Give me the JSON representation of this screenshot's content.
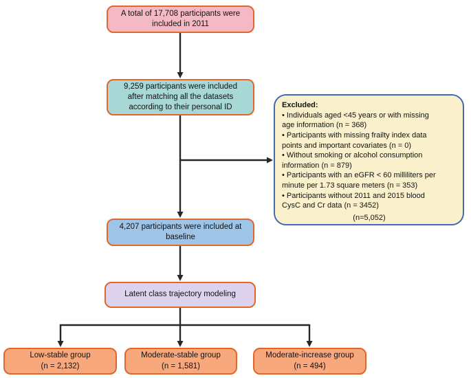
{
  "flow": {
    "total_2011": "A total of 17,708 participants were\nincluded in 2011",
    "matched": "9,259 participants were included\nafter matching all the datasets\naccording to their personal ID",
    "excluded": {
      "title": "Excluded:",
      "items": [
        "• Individuals aged <45 years or with missing\nage information (n = 368)",
        "• Participants with missing frailty index data\npoints and important covariates (n = 0)",
        "• Without smoking or alcohol consumption\ninformation (n =  879)",
        "• Participants with an eGFR < 60 milliliters per\nminute per 1.73 square meters (n = 353)",
        "• Participants without 2011 and 2015 blood\nCysC and Cr data (n = 3452)"
      ],
      "total": "(n=5,052)"
    },
    "baseline": "4,207 participants were included at\nbaseline",
    "lcga": "Latent class trajectory modeling",
    "groups": [
      {
        "name": "Low-stable group",
        "n": "(n = 2,132)"
      },
      {
        "name": "Moderate-stable group",
        "n": "(n = 1,581)"
      },
      {
        "name": "Moderate-increase group",
        "n": "(n = 494)"
      }
    ]
  },
  "theme": {
    "accent-orange": "#E0662C",
    "excluded-border": "#3F6AB5",
    "line-color": "#262626",
    "pink-fill": "#F5B9C5",
    "teal-fill": "#A7D8D6",
    "cream-fill": "#FAF1CC",
    "blue-fill": "#9EC4E8",
    "purple-fill": "#DDD3EF",
    "orange-fill": "#F7A87C"
  }
}
